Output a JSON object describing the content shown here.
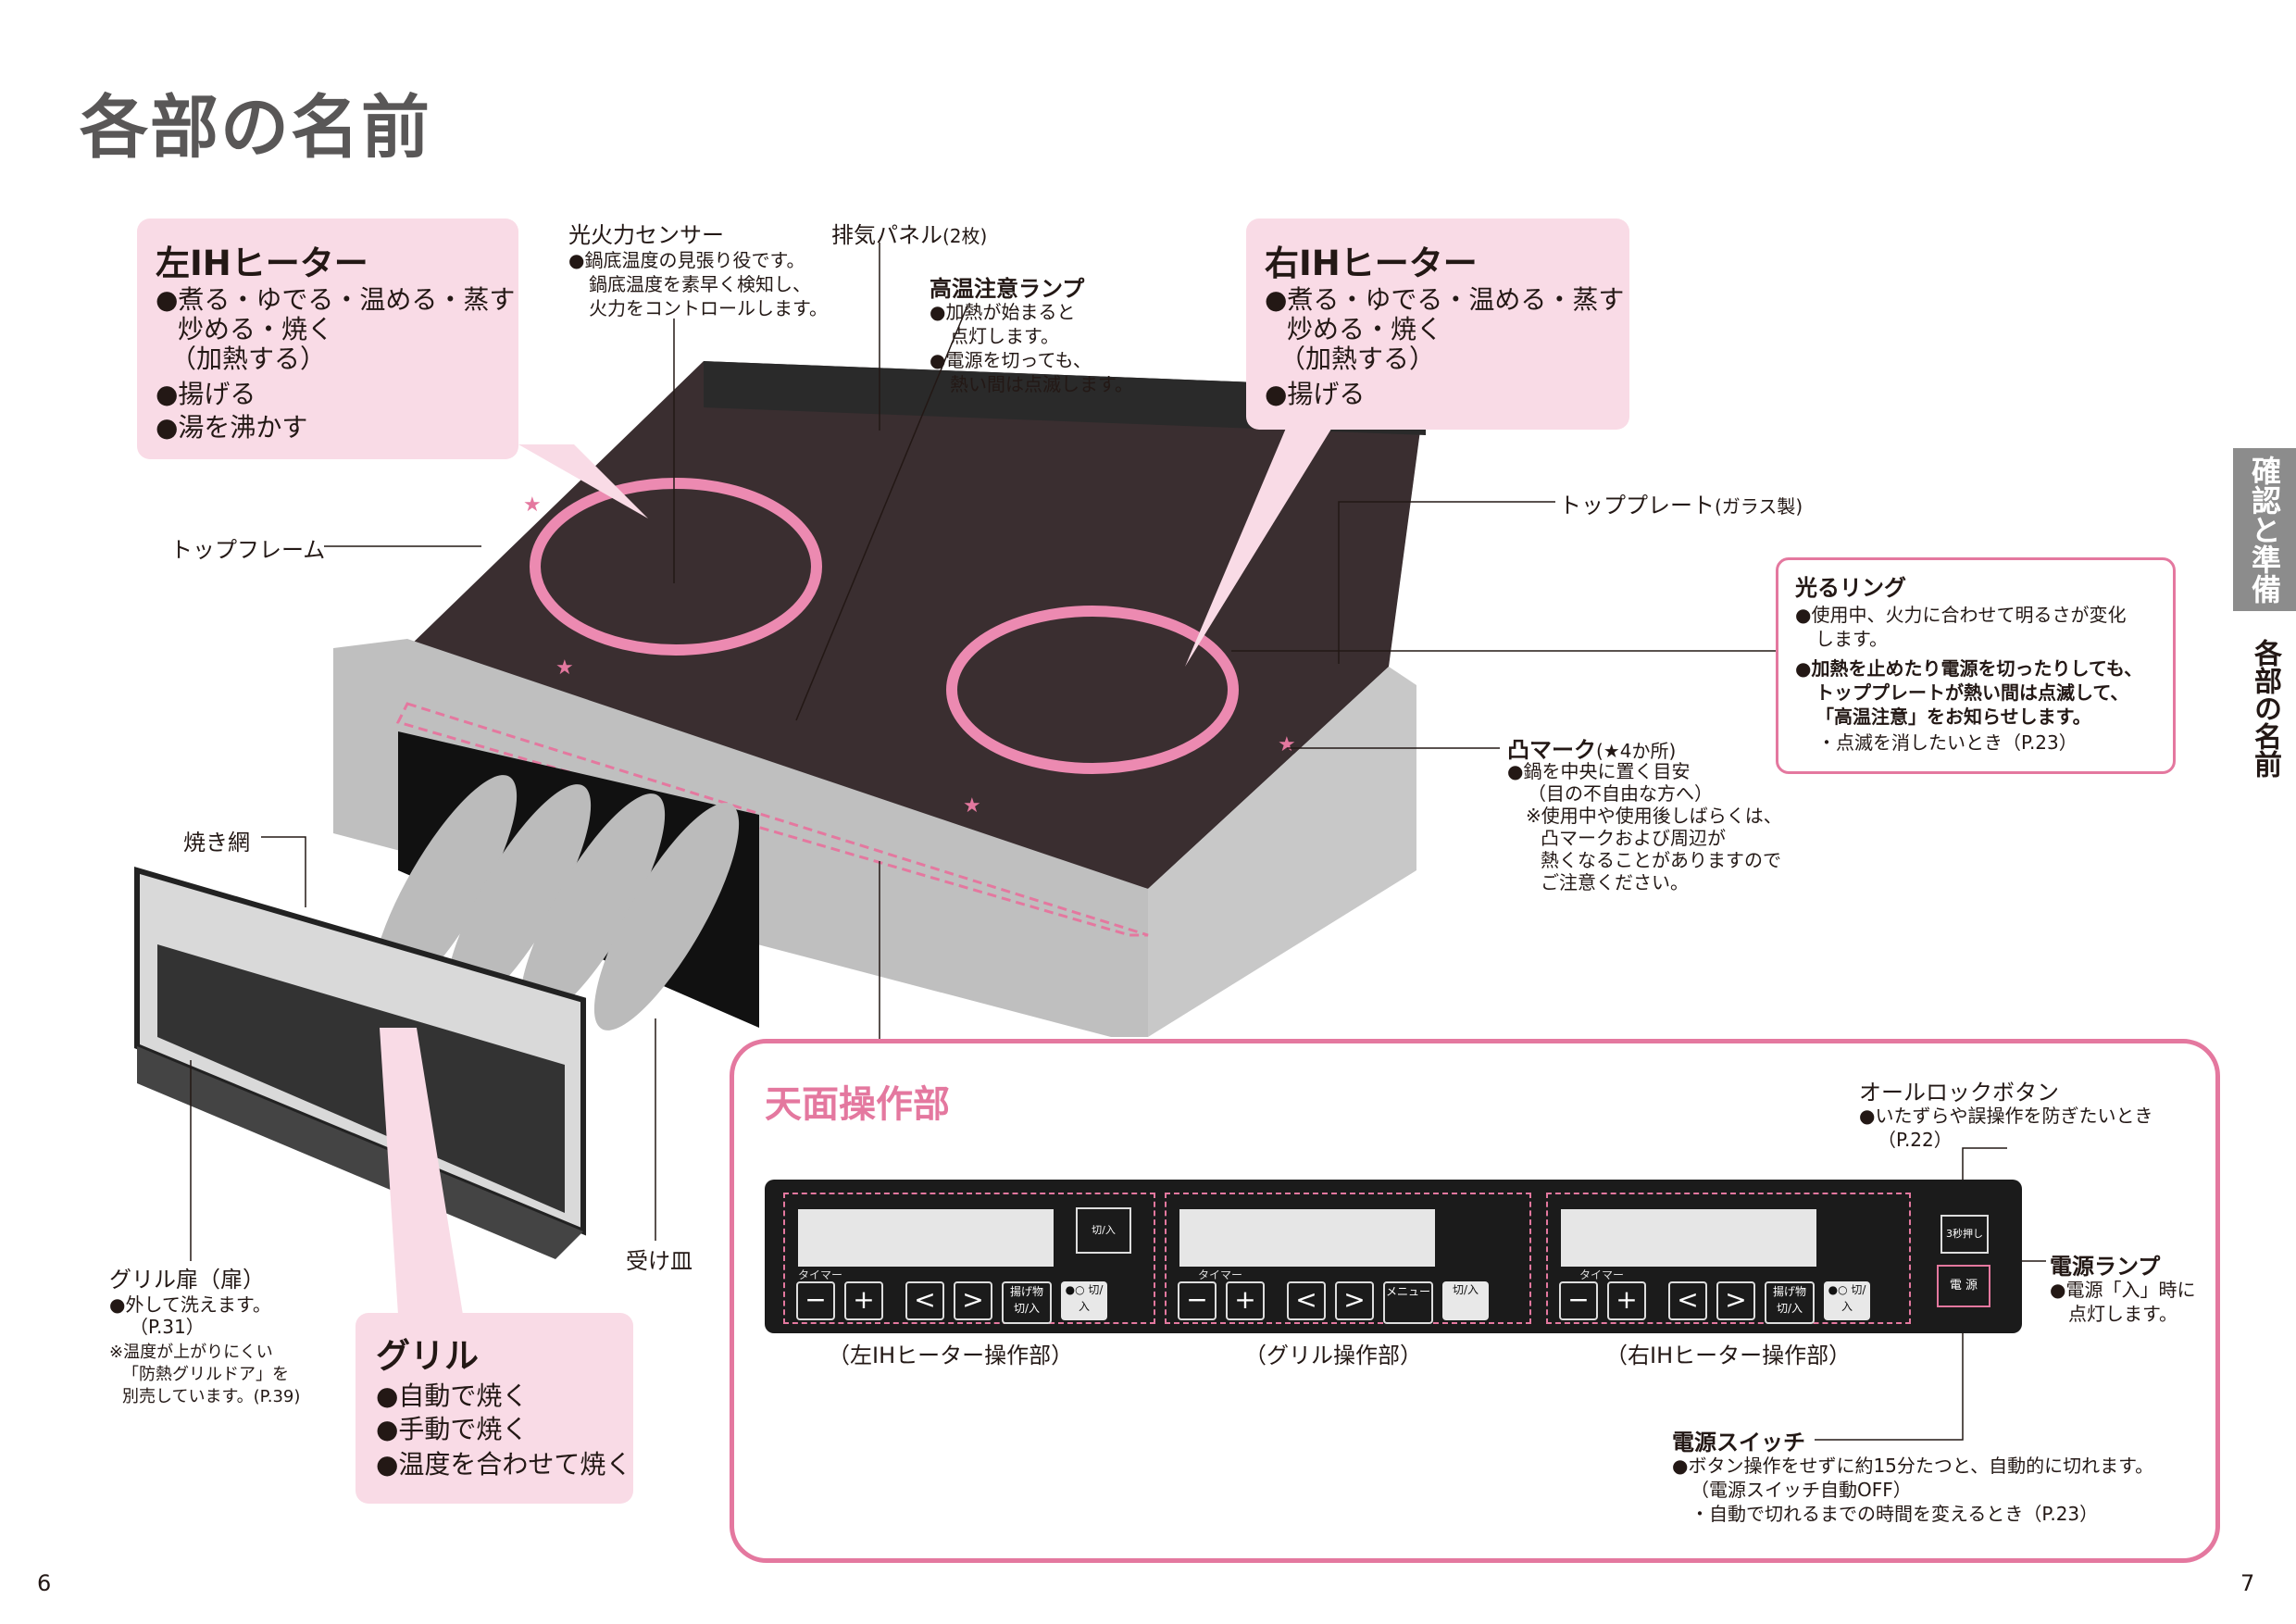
{
  "page_title": "各部の名前",
  "left_ih": {
    "title": "左IHヒーター",
    "lines": [
      "●煮る・ゆでる・温める・蒸す",
      "炒める・焼く",
      "（加熱する）",
      "●揚げる",
      "●湯を沸かす"
    ]
  },
  "right_ih": {
    "title": "右IHヒーター",
    "lines": [
      "●煮る・ゆでる・温める・蒸す",
      "炒める・焼く",
      "（加熱する）",
      "●揚げる"
    ]
  },
  "sensor": {
    "title": "光火力センサー",
    "lines": [
      "●鍋底温度の見張り役です。",
      "鍋底温度を素早く検知し、",
      "火力をコントロールします。"
    ]
  },
  "exhaust": {
    "title": "排気パネル",
    "note": "(2枚)"
  },
  "hot_lamp": {
    "title": "高温注意ランプ",
    "lines": [
      "●加熱が始まると",
      "点灯します。",
      "●電源を切っても、",
      "熱い間は点滅します。"
    ]
  },
  "top_frame": "トップフレーム",
  "top_plate": {
    "title": "トッププレート",
    "note": "(ガラス製)"
  },
  "ring": {
    "title": "光るリング",
    "lines": [
      "●使用中、火力に合わせて明るさが変化",
      "します。",
      "●加熱を止めたり電源を切ったりしても、",
      "トッププレートが熱い間は点滅して、",
      "「高温注意」をお知らせします。",
      "・点滅を消したいとき（P.23）"
    ]
  },
  "mark": {
    "title": "凸マーク",
    "note": "(★4か所)",
    "lines": [
      "●鍋を中央に置く目安",
      "（目の不自由な方へ）",
      "※使用中や使用後しばらくは、",
      "凸マークおよび周辺が",
      "熱くなることがありますので",
      "ご注意ください。"
    ]
  },
  "grill_net": "焼き網",
  "grill_door": {
    "title": "グリル扉（扉）",
    "lines": [
      "●外して洗えます。",
      "（P.31）",
      "※温度が上がりにくい",
      "「防熱グリルドア」を",
      "別売しています。(P.39)"
    ]
  },
  "tray": "受け皿",
  "grill": {
    "title": "グリル",
    "lines": [
      "●自動で焼く",
      "●手動で焼く",
      "●温度を合わせて焼く"
    ]
  },
  "panel": {
    "title": "天面操作部",
    "all_lock": {
      "title": "オールロックボタン",
      "lines": [
        "●いたずらや誤操作を防ぎたいとき",
        "（P.22）"
      ]
    },
    "power_lamp": {
      "title": "電源ランプ",
      "lines": [
        "●電源「入」時に",
        "点灯します。"
      ]
    },
    "power_switch": {
      "title": "電源スイッチ",
      "lines": [
        "●ボタン操作をせずに約15分たつと、自動的に切れます。",
        "（電源スイッチ自動OFF）",
        "・自動で切れるまでの時間を変えるとき（P.23）"
      ]
    },
    "left_caption": "（左IHヒーター操作部）",
    "grill_caption": "（グリル操作部）",
    "right_caption": "（右IHヒーター操作部）",
    "timer": "タイマー",
    "minus": "−",
    "plus": "+",
    "lt": "<",
    "gt": ">",
    "fry": "揚げ物 切/入",
    "onoff": "●○ 切/入",
    "menu": "メニュー",
    "grill_onoff": "切/入",
    "lock_key": "3秒押し",
    "power": "電 源"
  },
  "page_left": "6",
  "page_right": "7",
  "tab_section": "確認と準備",
  "tab_page": "各部の名前",
  "colors": {
    "pink": "#e4789f",
    "pink_bg": "#f9dbe6",
    "title_gray": "#595757"
  }
}
